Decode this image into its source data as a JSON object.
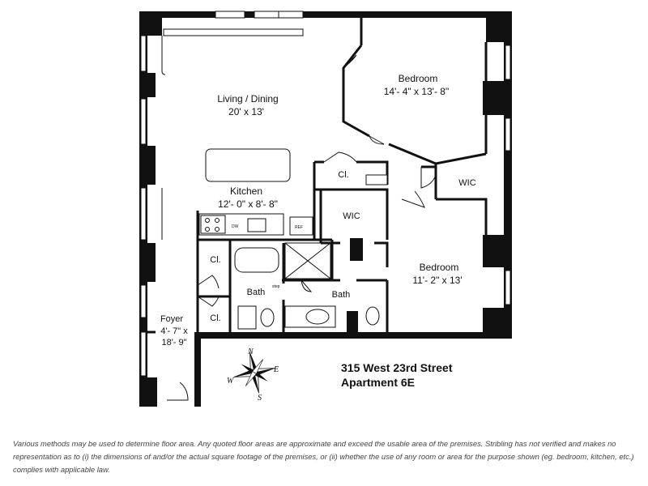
{
  "rooms": {
    "living": {
      "name": "Living / Dining",
      "dims": "20' x 13'"
    },
    "bedroom1": {
      "name": "Bedroom",
      "dims": "14'- 4\" x 13'- 8\""
    },
    "kitchen": {
      "name": "Kitchen",
      "dims": "12'- 0\" x 8'- 8\""
    },
    "bedroom2": {
      "name": "Bedroom",
      "dims": "11'- 2\" x 13'"
    },
    "foyer": {
      "name": "Foyer",
      "dims_line1": "4'- 7\" x",
      "dims_line2": "18'- 9\""
    },
    "wic1": {
      "name": "WIC"
    },
    "wic2": {
      "name": "WIC"
    },
    "bath1": {
      "name": "Bath"
    },
    "bath2": {
      "name": "Bath"
    },
    "closet1": {
      "name": "Cl."
    },
    "closet2": {
      "name": "Cl."
    },
    "closet3": {
      "name": "Cl."
    }
  },
  "appliances": {
    "dishwasher": "DW",
    "refrigerator": "REF",
    "step": "step"
  },
  "compass": {
    "n": "N",
    "s": "S",
    "e": "E",
    "w": "W"
  },
  "address": {
    "line1": "315 West 23rd Street",
    "line2": "Apartment 6E"
  },
  "disclaimer": "Various methods may be used to determine floor area. Any quoted floor areas are approximate and exceed the usable area of the premises. Stribling has not verified and makes no representation as to (i) the dimensions of and/or the actual square footage of the premises, or (ii) whether the use of any room or area for the purpose shown (eg. bedroom, kitchen, etc.) complies with applicable law."
}
